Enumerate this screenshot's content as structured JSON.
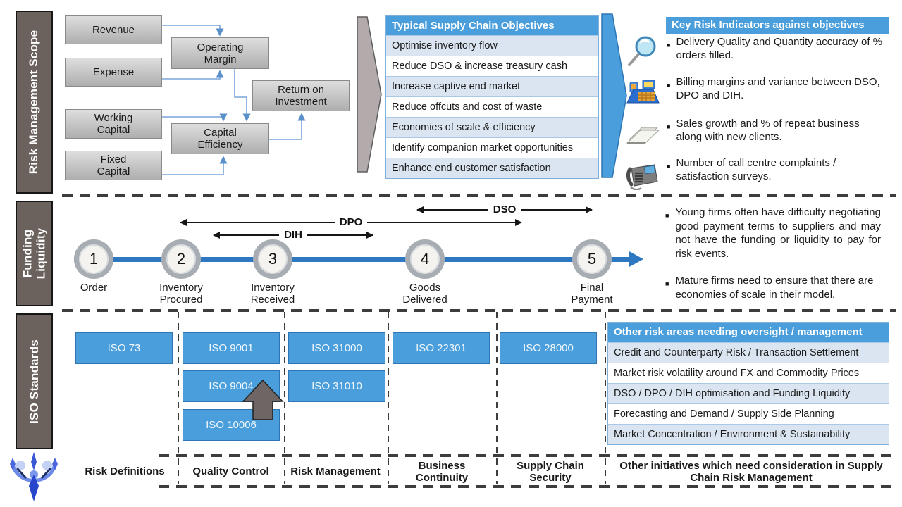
{
  "banners": {
    "scope": "Risk Management Scope",
    "funding": "Funding Liquidity",
    "iso": "ISO Standards"
  },
  "flowchart": {
    "revenue": "Revenue",
    "expense": "Expense",
    "working_capital": "Working Capital",
    "fixed_capital": "Fixed Capital",
    "operating_margin": "Operating Margin",
    "capital_efficiency": "Capital Efficiency",
    "return_on_investment": "Return on Investment"
  },
  "objectives": {
    "title": "Typical Supply Chain Objectives",
    "items": [
      "Optimise inventory flow",
      "Reduce DSO & increase treasury cash",
      "Increase captive end market",
      "Reduce offcuts and cost of waste",
      "Economies of scale & efficiency",
      "Identify companion market opportunities",
      "Enhance end customer satisfaction"
    ]
  },
  "kri": {
    "title": "Key Risk Indicators against objectives",
    "items": [
      {
        "icon": "magnifier-icon",
        "text": "Delivery Quality and Quantity accuracy of % orders filled."
      },
      {
        "icon": "billing-machine-icon",
        "text": "Billing margins and variance between DSO, DPO and DIH."
      },
      {
        "icon": "folder-icon",
        "text": "Sales growth and % of repeat business along with new clients."
      },
      {
        "icon": "telephone-icon",
        "text": "Number of call centre complaints / satisfaction surveys."
      }
    ]
  },
  "timeline": {
    "stages": [
      {
        "num": "1",
        "label": "Order"
      },
      {
        "num": "2",
        "label": "Inventory Procured"
      },
      {
        "num": "3",
        "label": "Inventory Received"
      },
      {
        "num": "4",
        "label": "Goods Delivered"
      },
      {
        "num": "5",
        "label": "Final Payment"
      }
    ],
    "ranges": {
      "dso": "DSO",
      "dpo": "DPO",
      "dih": "DIH"
    }
  },
  "funding_notes": [
    "Young firms often have difficulty negotiating good payment terms to suppliers and may not have the funding or liquidity to pay for risk events.",
    "Mature firms need to ensure that there are economies of scale in their model."
  ],
  "iso_standards": {
    "items": [
      "ISO 73",
      "ISO 9001",
      "ISO 9004",
      "ISO 10006",
      "ISO 31000",
      "ISO 31010",
      "ISO 22301",
      "ISO 28000"
    ]
  },
  "other_risks": {
    "title": "Other risk areas needing oversight / management",
    "items": [
      "Credit and Counterparty Risk / Transaction Settlement",
      "Market risk volatility around FX and Commodity Prices",
      "DSO / DPO / DIH optimisation and Funding Liquidity",
      "Forecasting and Demand / Supply Side Planning",
      "Market Concentration / Environment & Sustainability"
    ]
  },
  "footer": {
    "labels": [
      "Risk Definitions",
      "Quality Control",
      "Risk Management",
      "Business Continuity",
      "Supply Chain Security",
      "Other initiatives which need consideration in Supply Chain Risk Management"
    ]
  },
  "colors": {
    "accent_blue": "#4a9edb",
    "banner_taupe": "#6b625e",
    "timeline_blue": "#2e78c2",
    "row_light_blue": "#dbe5f1",
    "chevron_gray": "#b3abab"
  }
}
